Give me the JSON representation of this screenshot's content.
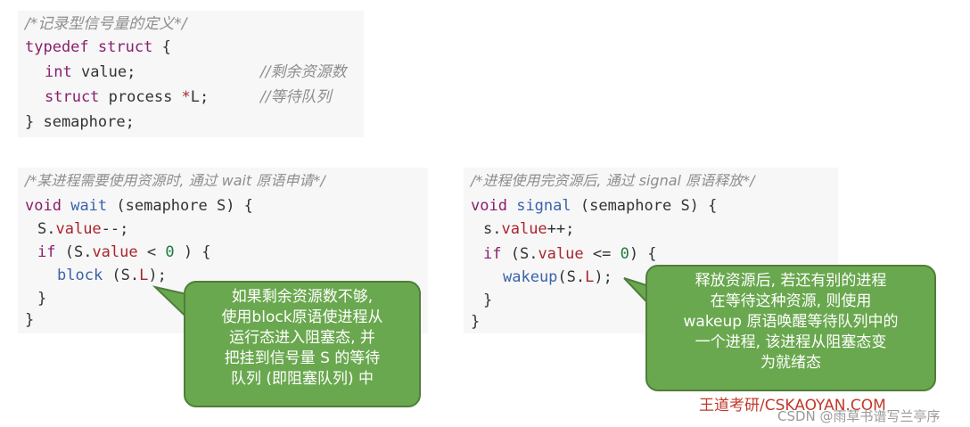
{
  "top_block": {
    "comment": "/*记录型信号量的定义*/",
    "typedef": "typedef",
    "struct": "struct",
    "open_brace": " {",
    "int": "int",
    "value_decl": " value;",
    "value_comment": "//剩余资源数",
    "process_struct": "struct",
    "process_decl": " process ",
    "star": "*",
    "L_decl": "L;",
    "L_comment": "//等待队列",
    "close": "} semaphore;"
  },
  "wait_block": {
    "comment": "/*某进程需要使用资源时, 通过 wait 原语申请*/",
    "void": "void",
    "fname": "wait",
    "params": " (semaphore S) {",
    "dec_obj": "S.",
    "dec_member": "value",
    "dec_op": "--;",
    "if_kw": "if",
    "if_open": " (S.",
    "if_member": "value",
    "if_op": " < ",
    "if_num": "0",
    "if_close": " ) {",
    "block_fn": "block",
    "block_open": " (S.",
    "block_member": "L",
    "block_close": ");",
    "inner_close": "}",
    "outer_close": "}"
  },
  "signal_block": {
    "comment": "/*进程使用完资源后, 通过 signal 原语释放*/",
    "void": "void",
    "fname": "signal",
    "params": " (semaphore S) {",
    "inc_obj": "s.",
    "inc_member": "value",
    "inc_op": "++;",
    "if_kw": "if",
    "if_open": " (S.",
    "if_member": "value",
    "if_op": " <= ",
    "if_num": "0",
    "if_close": ") {",
    "wake_fn": "wakeup",
    "wake_open": "(S.",
    "wake_member": "L",
    "wake_close": ");",
    "inner_close": "}",
    "outer_close": "}"
  },
  "callout_wait": {
    "lines": [
      "如果剩余资源数不够,",
      "使用block原语使进程从",
      "运行态进入阻塞态, 并",
      "把挂到信号量 S 的等待",
      "队列 (即阻塞队列) 中"
    ]
  },
  "callout_signal": {
    "lines": [
      "释放资源后, 若还有别的进程",
      "在等待这种资源, 则使用",
      "wakeup 原语唤醒等待队列中的",
      "一个进程, 该进程从阻塞态变",
      "为就绪态"
    ]
  },
  "brand": "王道考研/CSKAOYAN.COM",
  "watermark": "CSDN @雨草书谱写兰亭序",
  "colors": {
    "bubble_fill": "#6aa84f",
    "bubble_border": "#4f7e3a",
    "code_bg": "#f7f7f8",
    "brand": "#c0392b"
  }
}
